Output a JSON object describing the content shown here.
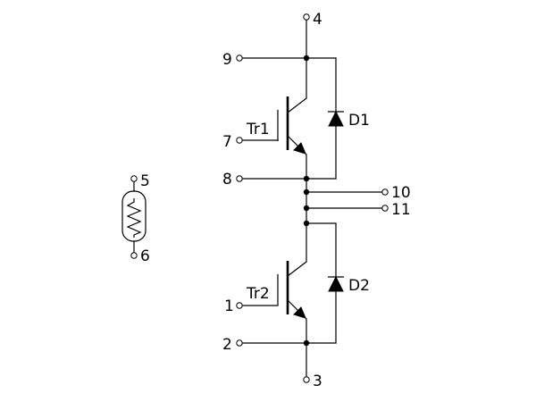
{
  "diagram": {
    "terminals": {
      "t1": "1",
      "t2": "2",
      "t3": "3",
      "t4": "4",
      "t5": "5",
      "t6": "6",
      "t7": "7",
      "t8": "8",
      "t9": "9",
      "t10": "10",
      "t11": "11"
    },
    "components": {
      "tr1": "Tr1",
      "tr2": "Tr2",
      "d1": "D1",
      "d2": "D2"
    },
    "thermistor_icon": "thermistor-icon"
  }
}
